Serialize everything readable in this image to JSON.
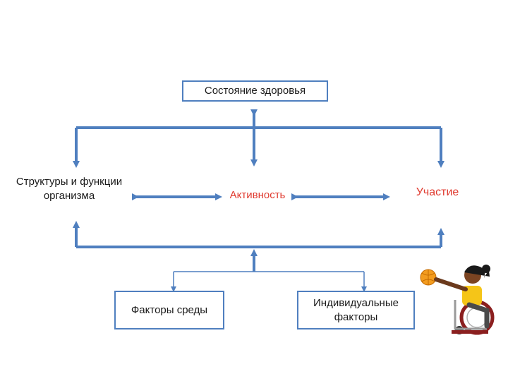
{
  "diagram": {
    "health_condition": "Состояние здоровья",
    "body_functions": "Структуры и функции организма",
    "activity": "Активность",
    "participation": "Участие",
    "environmental_factors": "Факторы среды",
    "personal_factors": "Индивидуальные факторы"
  },
  "colors": {
    "connector": "#4f7fbf",
    "highlight_text": "#e03a2f"
  },
  "illustration": "child-in-wheelchair-with-ball"
}
